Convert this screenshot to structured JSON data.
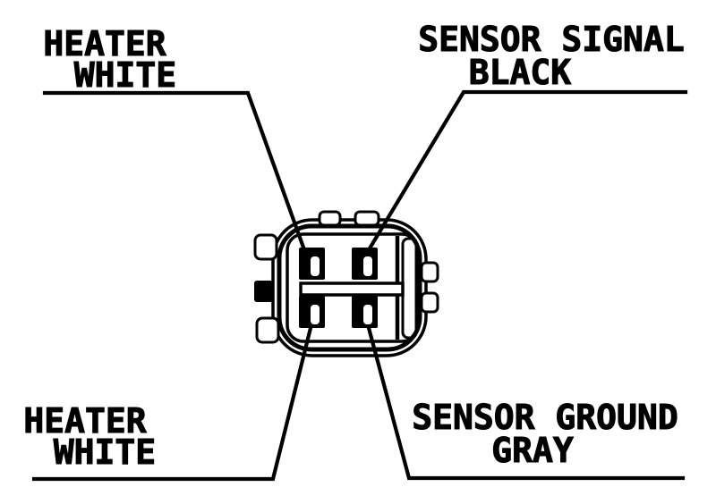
{
  "diagram": {
    "background_color": "#ffffff",
    "ink_color": "#000000",
    "subject": "4-pin connector pinout"
  },
  "labels": {
    "top_left": {
      "line1": "HEATER",
      "line2": "WHITE"
    },
    "top_right": {
      "line1": "SENSOR SIGNAL",
      "line2": "BLACK"
    },
    "bottom_left": {
      "line1": "HEATER",
      "line2": "WHITE"
    },
    "bottom_right": {
      "line1": "SENSOR GROUND",
      "line2": "GRAY"
    }
  }
}
